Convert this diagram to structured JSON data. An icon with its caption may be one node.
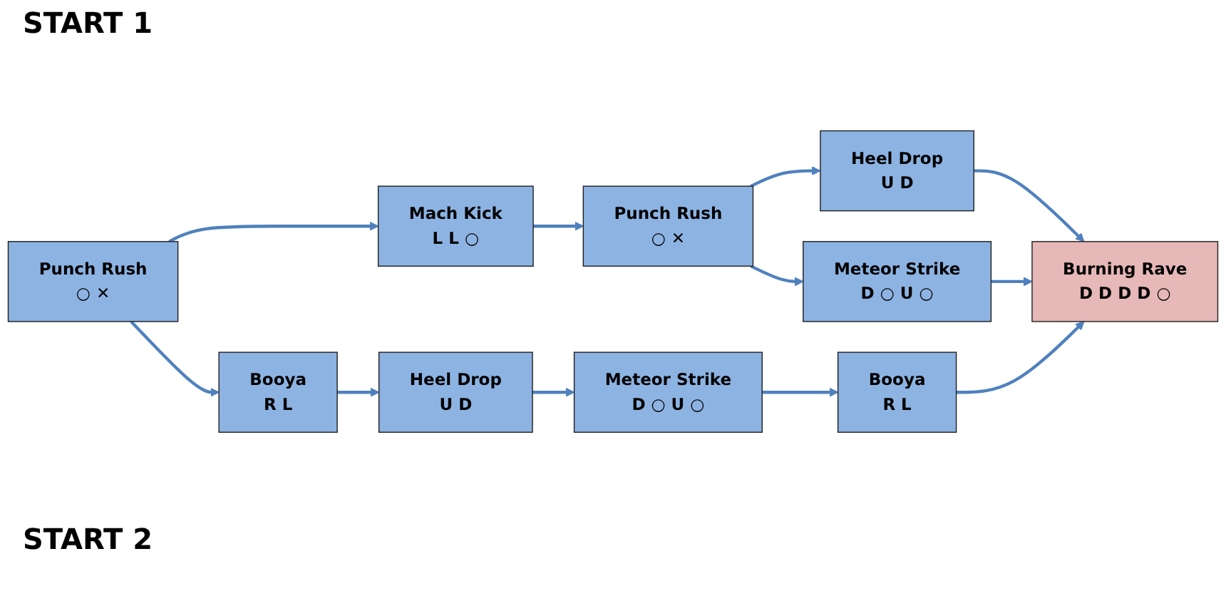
{
  "diagram": {
    "nodes": [
      {
        "text": [
          "Punch Rush",
          "○ ✕"
        ]
      },
      {
        "text": [
          "Mach Kick",
          "L L ○"
        ]
      },
      {
        "text": [
          "Punch Rush",
          "○ ✕"
        ]
      },
      {
        "text": [
          "Heel Drop",
          "U D"
        ]
      },
      {
        "text": [
          "Burning Rave",
          "D D D D ○"
        ]
      },
      {
        "text": [
          "Meteor Strike",
          "D ○ U ○"
        ]
      },
      {
        "text": [
          "Booya",
          "R L"
        ]
      },
      {
        "text": [
          "Heel Drop",
          "U D"
        ]
      },
      {
        "text": [
          "Meteor Strike",
          "D ○ U ○"
        ]
      },
      {
        "text": [
          "Booya",
          "R L"
        ]
      }
    ],
    "edges": [
      {
        "from": 0,
        "to": 1,
        "arrow": "to"
      },
      {
        "from": 1,
        "to": 2,
        "arrow": "to"
      },
      {
        "from": 2,
        "to": 3,
        "arrow": "to"
      },
      {
        "from": 3,
        "to": 4,
        "arrow": "to"
      },
      {
        "from": 2,
        "to": 5,
        "arrow": "to"
      },
      {
        "from": 5,
        "to": 4,
        "arrow": "to"
      },
      {
        "from": 0,
        "to": 6,
        "arrow": "to"
      },
      {
        "from": 6,
        "to": 7,
        "arrow": "to"
      },
      {
        "from": 7,
        "to": 8,
        "arrow": "to"
      },
      {
        "from": 8,
        "to": 9,
        "arrow": "to"
      },
      {
        "from": 9,
        "to": 4,
        "arrow": "to"
      }
    ],
    "labels": [
      "START 1",
      "START 2"
    ]
  }
}
